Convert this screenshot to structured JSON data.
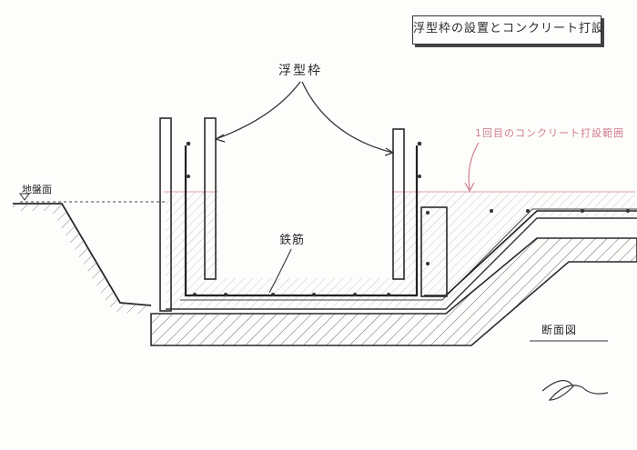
{
  "title": "浮型枠の設置とコンクリート打設",
  "labels": {
    "formwork": "浮型枠",
    "ground_level": "地盤面",
    "rebar": "鉄筋",
    "first_pour": "1回目のコンクリート打設範囲",
    "section": "断面図"
  },
  "colors": {
    "ink": "#2a2a2a",
    "pink": "#d07a8c",
    "hatch": "#b9a4a8"
  }
}
